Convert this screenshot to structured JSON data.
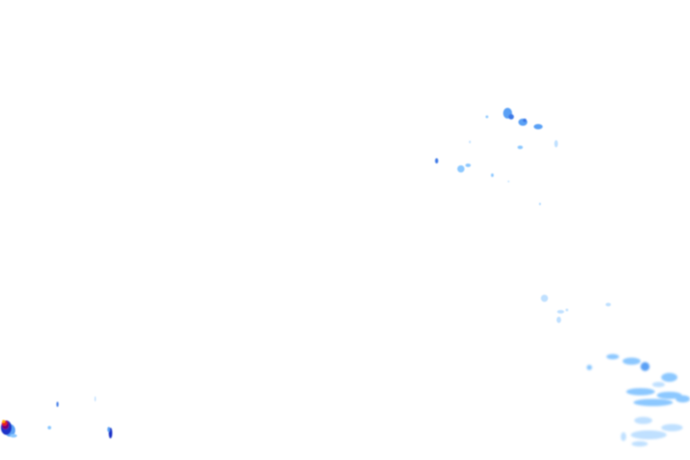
{
  "map": {
    "type": "weather-radar-overlay",
    "background_color": "#ffffff",
    "precipitation_palette": {
      "very_light": "#bfe0ff",
      "light": "#8cc8ff",
      "light_moderate": "#5aa0f5",
      "moderate": "#3c78e6",
      "heavy": "#1e32c8",
      "very_heavy": "#780078",
      "intense": "#e61e1e",
      "extreme": "#ffaa00"
    },
    "precipitation_areas": [
      "cluster-northeast",
      "cluster-east",
      "cluster-southeast",
      "cluster-southwest"
    ]
  }
}
